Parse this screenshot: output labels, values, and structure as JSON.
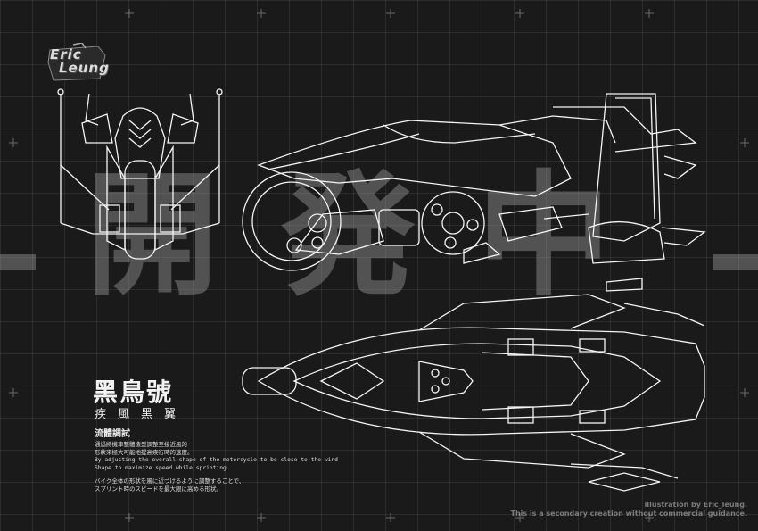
{
  "logo": {
    "text_line1": "Eric",
    "text_line2": "Leung"
  },
  "watermark": {
    "text": "開発中"
  },
  "title": {
    "main": "黑鳥號",
    "sub": "疾風黑翼"
  },
  "description": {
    "heading": "流體調試",
    "lines": [
      "通過將機車整體造型調整至接近風的",
      "形狀來極大可能地提高疾行時的速度。",
      "By adjusting the overall shape of the motorcycle to be close to the wind",
      "Shape to maximize speed while sprinting.",
      "バイク全体の形状を風に近づけるように調整することで、",
      "スプリント時のスピードを最大限に高める形状。"
    ]
  },
  "credits": {
    "line1": "illustration by Eric_leung.",
    "line2": "This is a secondary creation without commercial guidance."
  },
  "colors": {
    "background": "#1a1a1a",
    "line": "#f4f4f4",
    "watermark": "#969696"
  }
}
